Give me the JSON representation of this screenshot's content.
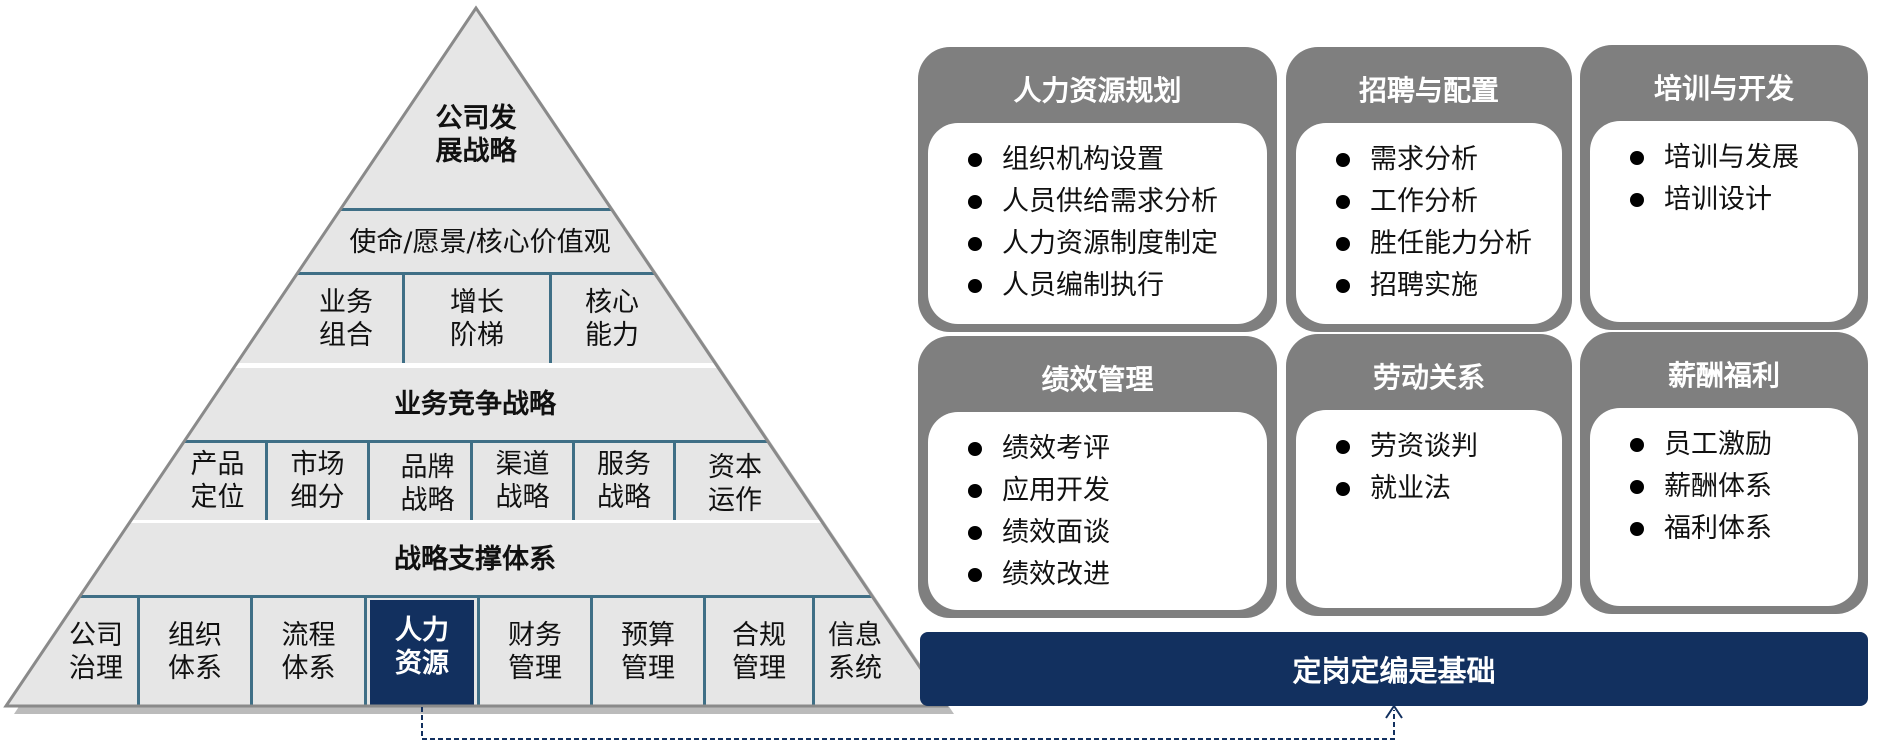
{
  "pyramid": {
    "top": "公司发\n展战略",
    "mission": "使命/愿景/核心价值观",
    "row1": [
      "业务\n组合",
      "增长\n阶梯",
      "核心\n能力"
    ],
    "competition": "业务竞争战略",
    "row2": [
      "产品\n定位",
      "市场\n细分",
      "品牌\n战略",
      "渠道\n战略",
      "服务\n战略",
      "资本\n运作"
    ],
    "support": "战略支撑体系",
    "row3": [
      "公司\n治理",
      "组织\n体系",
      "流程\n体系",
      "人力\n资源",
      "财务\n管理",
      "预算\n管理",
      "合规\n管理",
      "信息\n系统"
    ]
  },
  "cards": [
    {
      "title": "人力资源规划",
      "items": [
        "组织机构设置",
        "人员供给需求分析",
        "人力资源制度制定",
        "人员编制执行"
      ]
    },
    {
      "title": "招聘与配置",
      "items": [
        "需求分析",
        "工作分析",
        "胜任能力分析",
        "招聘实施"
      ]
    },
    {
      "title": "培训与开发",
      "items": [
        "培训与发展",
        "培训设计"
      ]
    },
    {
      "title": "绩效管理",
      "items": [
        "绩效考评",
        "应用开发",
        "绩效面谈",
        "绩效改进"
      ]
    },
    {
      "title": "劳动关系",
      "items": [
        "劳资谈判",
        "就业法"
      ]
    },
    {
      "title": "薪酬福利",
      "items": [
        "员工激励",
        "薪酬体系",
        "福利体系"
      ]
    }
  ],
  "base": "定岗定编是基础",
  "colors": {
    "navy": "#12305f",
    "gray": "#7f7f7f",
    "teal": "#3f6f86",
    "pyramid_fill": "#e6e6e6"
  }
}
